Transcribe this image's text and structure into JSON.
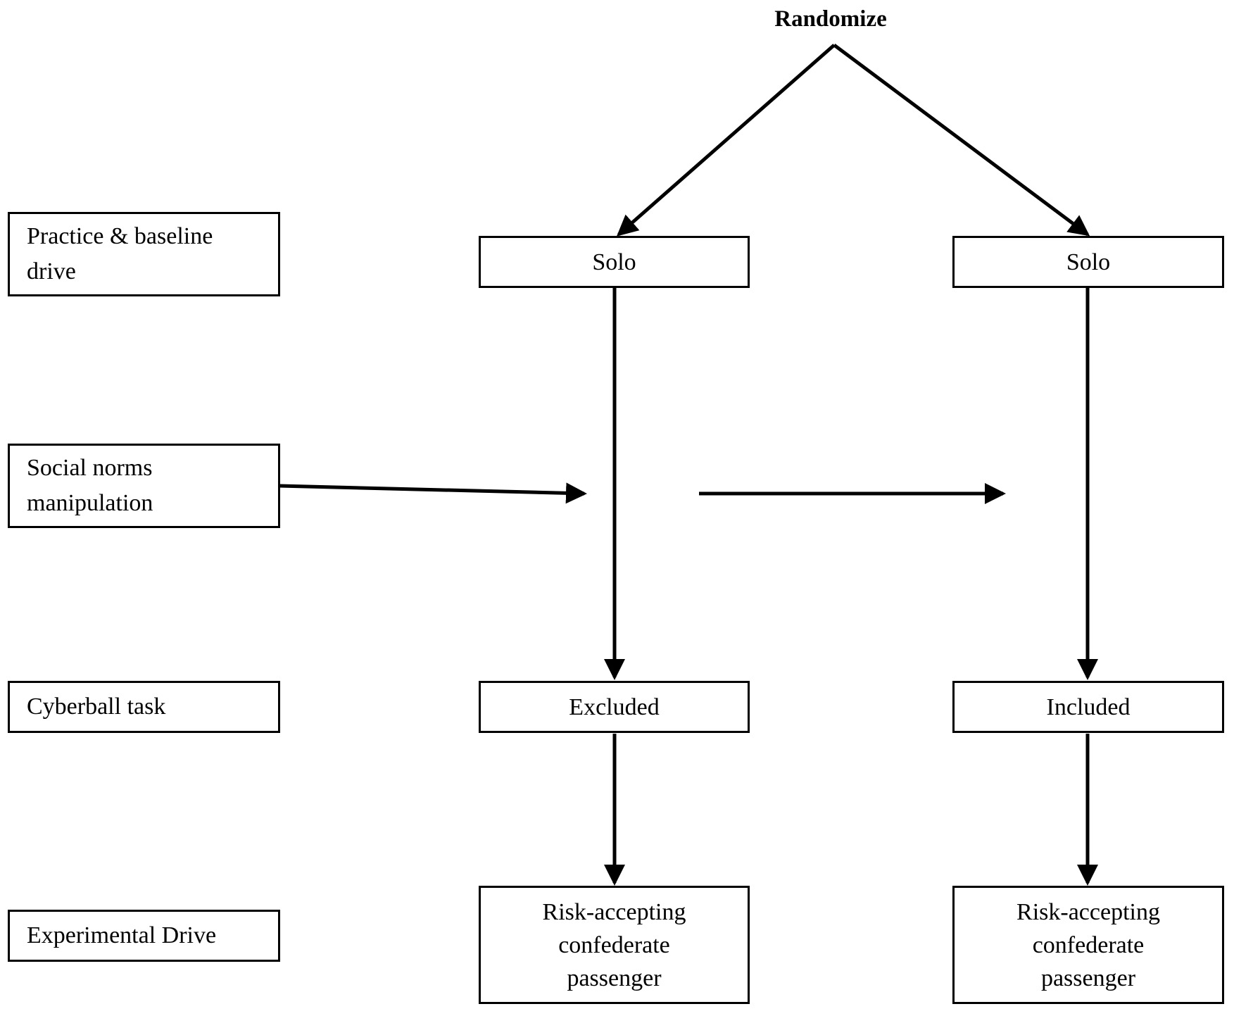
{
  "title": "Randomize",
  "stages": [
    {
      "lines": [
        "Practice & baseline",
        "drive"
      ]
    },
    {
      "lines": [
        "Social norms",
        "manipulation"
      ]
    },
    {
      "lines": [
        "Cyberball task"
      ]
    },
    {
      "lines": [
        "Experimental Drive"
      ]
    }
  ],
  "left_branch": {
    "baseline": "Solo",
    "cyberball": "Excluded",
    "experimental": [
      "Risk-accepting",
      "confederate",
      "passenger"
    ]
  },
  "right_branch": {
    "baseline": "Solo",
    "cyberball": "Included",
    "experimental": [
      "Risk-accepting",
      "confederate",
      "passenger"
    ]
  },
  "colors": {
    "stroke": "#000000",
    "background": "#ffffff"
  }
}
